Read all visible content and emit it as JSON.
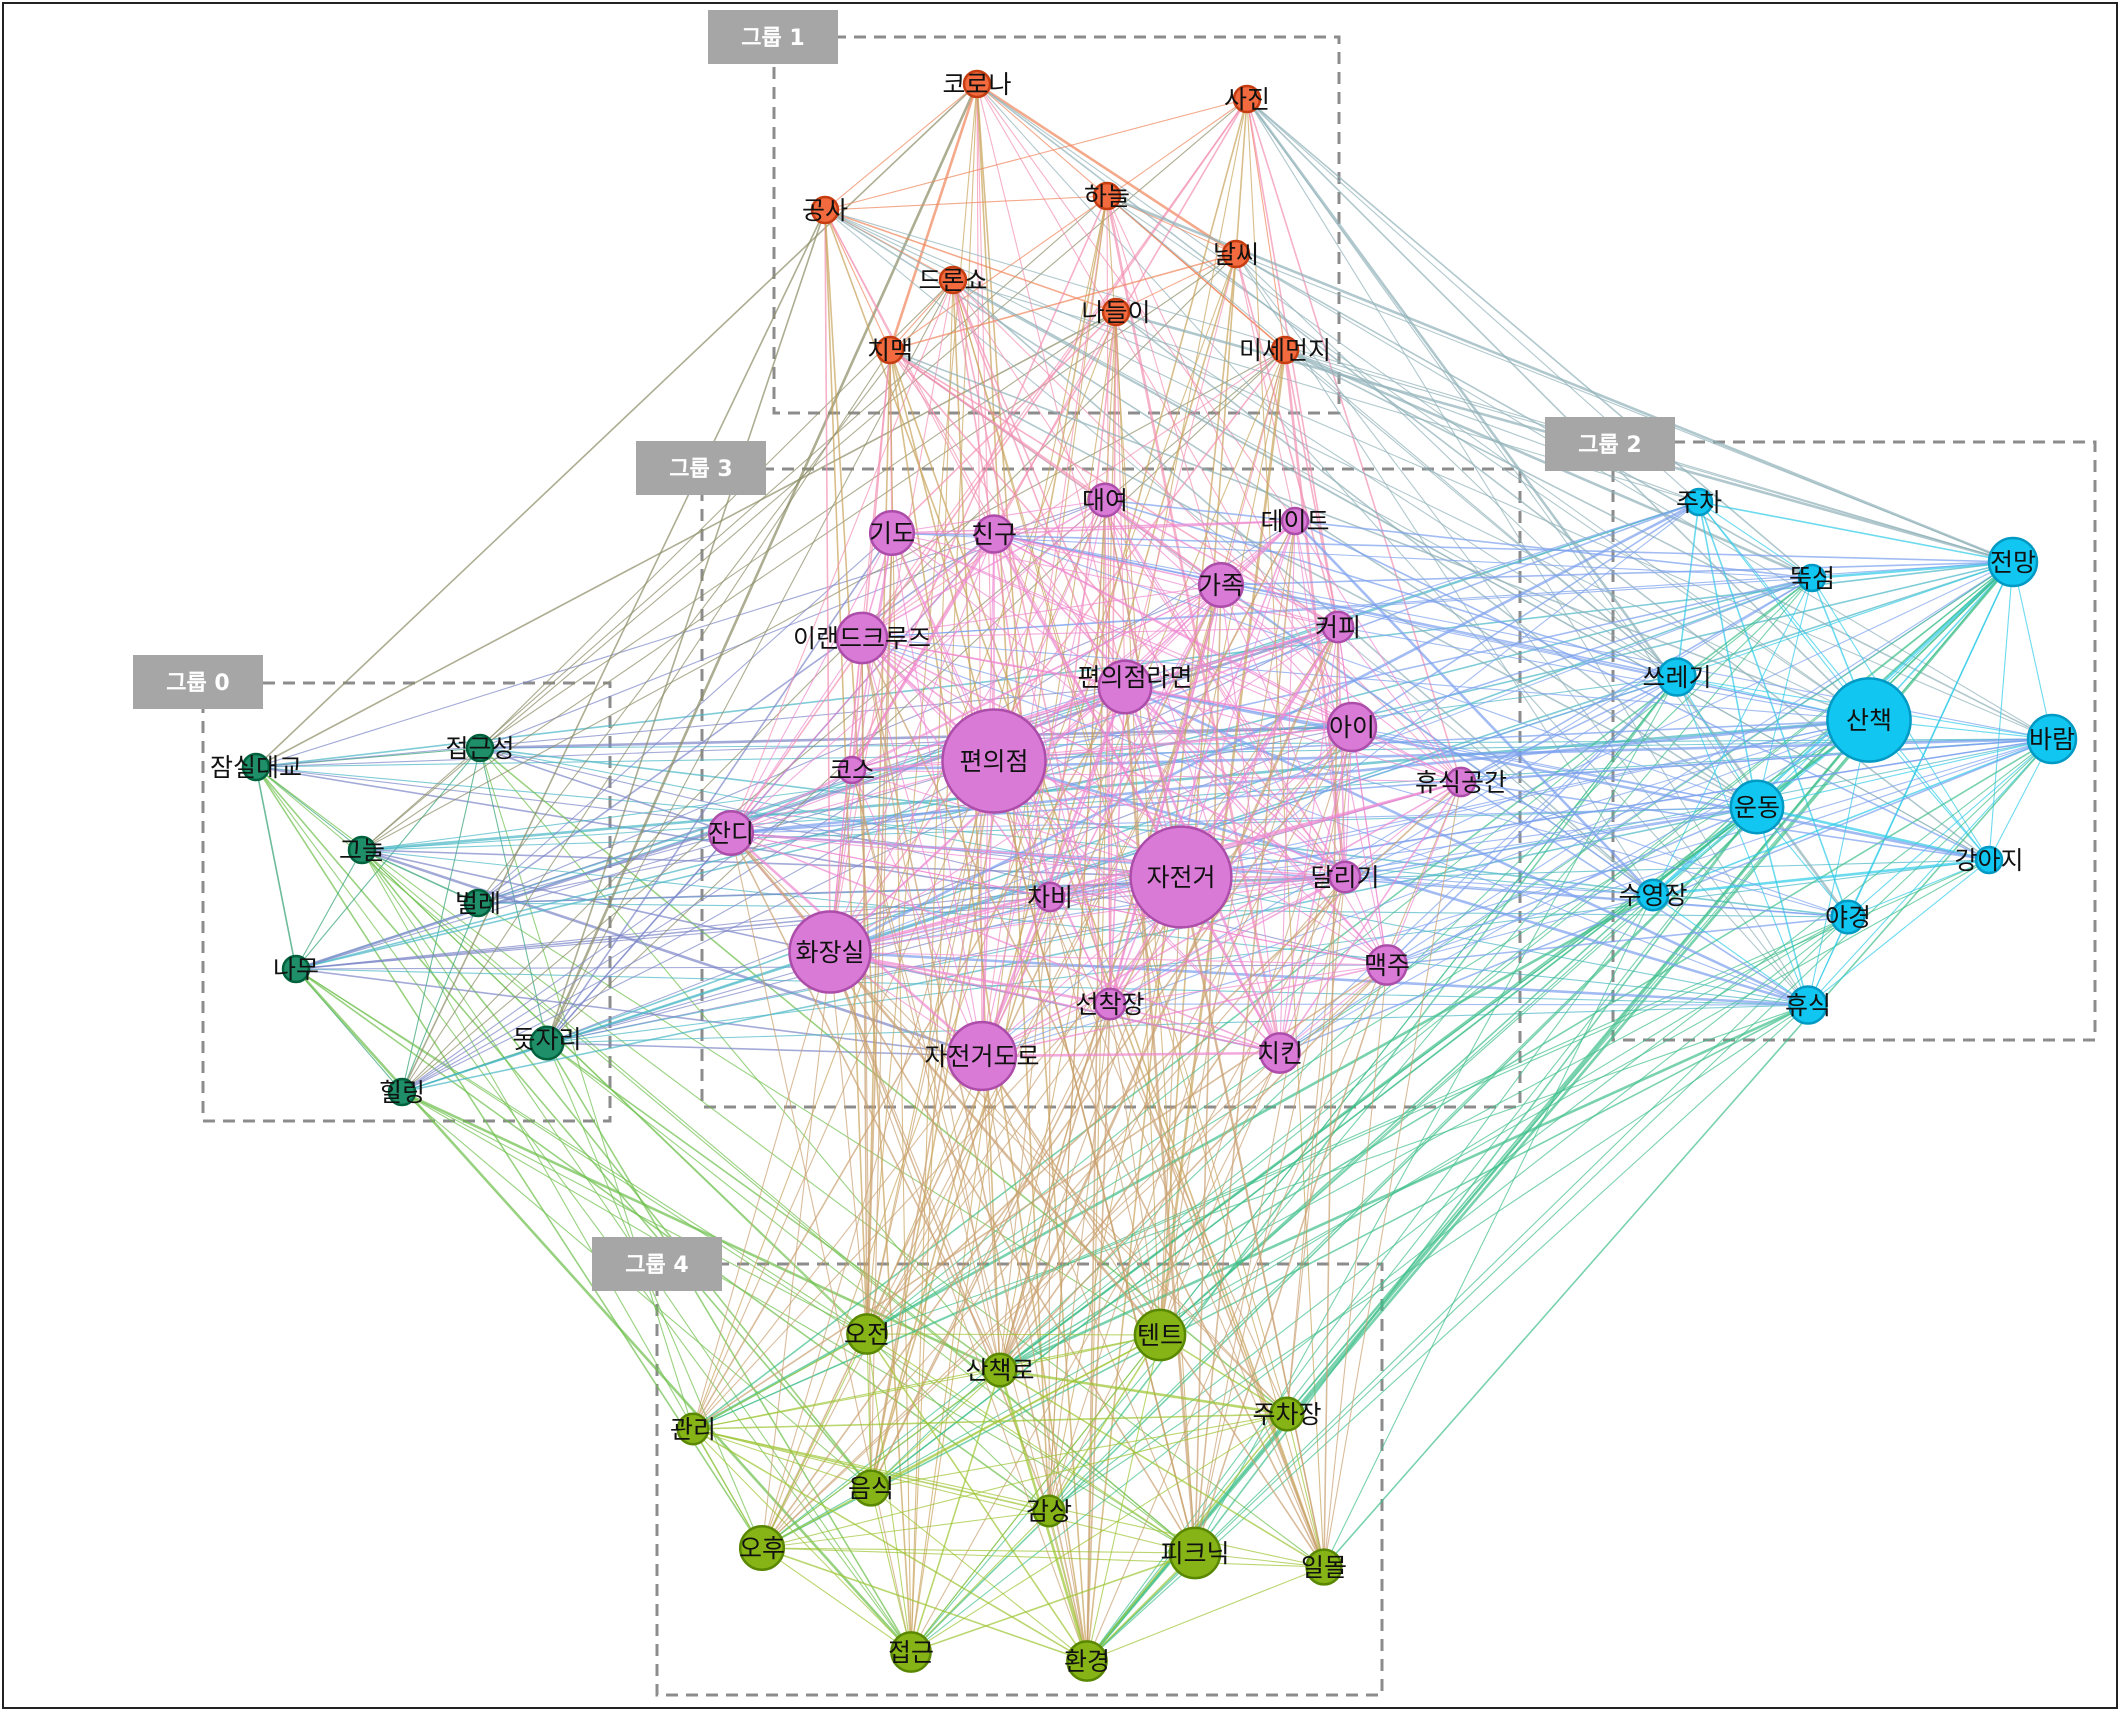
{
  "diagram": {
    "type": "network-graph",
    "groups": [
      {
        "id": 0,
        "label": "그룹 0",
        "color": "#1f8f6a"
      },
      {
        "id": 1,
        "label": "그룹 1",
        "color": "#f26a3d"
      },
      {
        "id": 2,
        "label": "그룹 2",
        "color": "#11c6f0"
      },
      {
        "id": 3,
        "label": "그룹 3",
        "color": "#d97ad6"
      },
      {
        "id": 4,
        "label": "그룹 4",
        "color": "#86b416"
      }
    ],
    "nodes": [
      {
        "label": "잠실대교",
        "group": 0,
        "size": 1
      },
      {
        "label": "접근성",
        "group": 0,
        "size": 1
      },
      {
        "label": "그늘",
        "group": 0,
        "size": 1
      },
      {
        "label": "벌레",
        "group": 0,
        "size": 1
      },
      {
        "label": "나무",
        "group": 0,
        "size": 1
      },
      {
        "label": "돗자리",
        "group": 0,
        "size": 1.3
      },
      {
        "label": "힐링",
        "group": 0,
        "size": 1
      },
      {
        "label": "코로나",
        "group": 1,
        "size": 1
      },
      {
        "label": "사진",
        "group": 1,
        "size": 1
      },
      {
        "label": "공사",
        "group": 1,
        "size": 1
      },
      {
        "label": "하늘",
        "group": 1,
        "size": 1
      },
      {
        "label": "날씨",
        "group": 1,
        "size": 1
      },
      {
        "label": "드론쇼",
        "group": 1,
        "size": 1
      },
      {
        "label": "나들이",
        "group": 1,
        "size": 1
      },
      {
        "label": "치맥",
        "group": 1,
        "size": 1
      },
      {
        "label": "미세먼지",
        "group": 1,
        "size": 1
      },
      {
        "label": "주차",
        "group": 2,
        "size": 1
      },
      {
        "label": "전망",
        "group": 2,
        "size": 2
      },
      {
        "label": "뚝섬",
        "group": 2,
        "size": 1
      },
      {
        "label": "쓰레기",
        "group": 2,
        "size": 1.5
      },
      {
        "label": "산책",
        "group": 2,
        "size": 3.6
      },
      {
        "label": "바람",
        "group": 2,
        "size": 2
      },
      {
        "label": "운동",
        "group": 2,
        "size": 2.2
      },
      {
        "label": "강아지",
        "group": 2,
        "size": 1
      },
      {
        "label": "수영장",
        "group": 2,
        "size": 1.2
      },
      {
        "label": "야경",
        "group": 2,
        "size": 1.3
      },
      {
        "label": "휴식",
        "group": 2,
        "size": 1.5
      },
      {
        "label": "대여",
        "group": 3,
        "size": 1.3
      },
      {
        "label": "기도",
        "group": 3,
        "size": 1.8
      },
      {
        "label": "친구",
        "group": 3,
        "size": 1.5
      },
      {
        "label": "데이트",
        "group": 3,
        "size": 1
      },
      {
        "label": "가족",
        "group": 3,
        "size": 1.8
      },
      {
        "label": "커피",
        "group": 3,
        "size": 1.2
      },
      {
        "label": "이랜드크루즈",
        "group": 3,
        "size": 2.1
      },
      {
        "label": "편의점라면",
        "group": 3,
        "size": 2.2
      },
      {
        "label": "아이",
        "group": 3,
        "size": 2
      },
      {
        "label": "편의점",
        "group": 3,
        "size": 4.5
      },
      {
        "label": "코스",
        "group": 3,
        "size": 1
      },
      {
        "label": "휴식공간",
        "group": 3,
        "size": 1.1
      },
      {
        "label": "잔디",
        "group": 3,
        "size": 1.8
      },
      {
        "label": "자전거",
        "group": 3,
        "size": 4.4
      },
      {
        "label": "달리기",
        "group": 3,
        "size": 1.2
      },
      {
        "label": "차비",
        "group": 3,
        "size": 1.1
      },
      {
        "label": "화장실",
        "group": 3,
        "size": 3.5
      },
      {
        "label": "맥주",
        "group": 3,
        "size": 1.6
      },
      {
        "label": "선착장",
        "group": 3,
        "size": 1.2
      },
      {
        "label": "자전거도로",
        "group": 3,
        "size": 2.9
      },
      {
        "label": "치킨",
        "group": 3,
        "size": 1.6
      },
      {
        "label": "오전",
        "group": 4,
        "size": 1.6
      },
      {
        "label": "텐트",
        "group": 4,
        "size": 2.1
      },
      {
        "label": "산책로",
        "group": 4,
        "size": 1.3
      },
      {
        "label": "관리",
        "group": 4,
        "size": 1.2
      },
      {
        "label": "주차장",
        "group": 4,
        "size": 1.3
      },
      {
        "label": "음식",
        "group": 4,
        "size": 1.4
      },
      {
        "label": "감상",
        "group": 4,
        "size": 1.2
      },
      {
        "label": "오후",
        "group": 4,
        "size": 1.8
      },
      {
        "label": "피크닉",
        "group": 4,
        "size": 2.1
      },
      {
        "label": "일몰",
        "group": 4,
        "size": 1.4
      },
      {
        "label": "접근",
        "group": 4,
        "size": 1.6
      },
      {
        "label": "환경",
        "group": 4,
        "size": 1.6
      }
    ],
    "edge_colors": {
      "0-0": "#2e9f72",
      "0-1": "#8a8a64",
      "0-2": "#48b6c6",
      "0-3": "#7c86c8",
      "0-4": "#6cbf4a",
      "1-1": "#f0845a",
      "1-2": "#8fb0b8",
      "1-3": "#f28fb0",
      "1-4": "#c8a25a",
      "2-2": "#2ecbe8",
      "2-3": "#7aa0ee",
      "2-4": "#3fbf8a",
      "3-3": "#ee88d0",
      "3-4": "#c9a070",
      "4-4": "#9cc532"
    }
  }
}
